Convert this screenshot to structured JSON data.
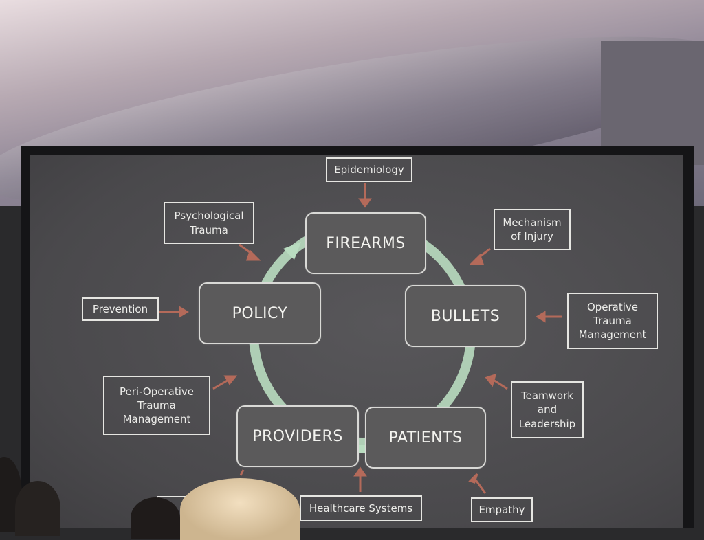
{
  "slide": {
    "nodes": {
      "firearms": "FIREARMS",
      "bullets": "BULLETS",
      "patients": "PATIENTS",
      "providers": "PROVIDERS",
      "policy": "POLICY"
    },
    "tags": {
      "epidemiology": "Epidemiology",
      "psychological_trauma": "Psychological\nTrauma",
      "mechanism_of_injury": "Mechanism\nof Injury",
      "prevention": "Prevention",
      "operative_trauma_management": "Operative\nTrauma\nManagement",
      "peri_operative_trauma_management": "Peri-Operative\nTrauma\nManagement",
      "teamwork_and_leadership": "Teamwork\nand\nLeadership",
      "healthcare_systems": "Healthcare Systems",
      "empathy": "Empathy"
    },
    "colors": {
      "cycle_arrow": "#b9dcc0",
      "tag_arrow": "#b46a5a"
    }
  }
}
